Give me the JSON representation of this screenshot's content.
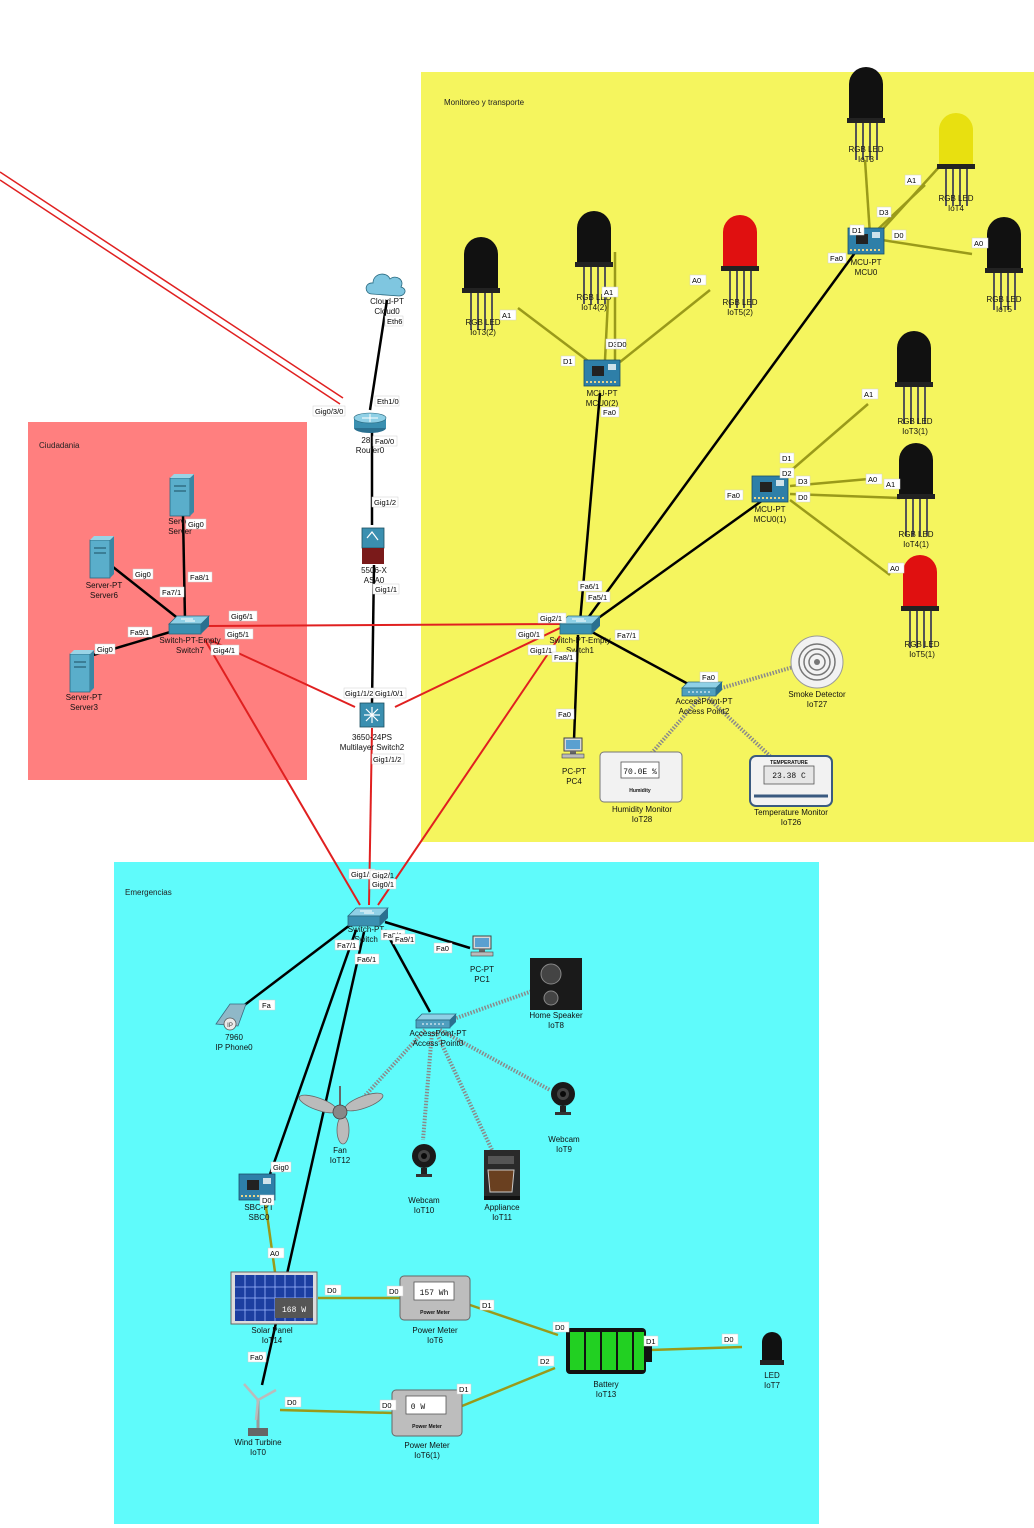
{
  "colors": {
    "zone_monitoreo": "#f5f55e",
    "zone_ciudadania": "#ff7f7f",
    "zone_emergencias": "#5ffbfb",
    "link_copper": "#000000",
    "link_red": "#e02020",
    "link_iot": "#9a9a1a",
    "wireless": "#8a8a8a"
  },
  "zones": {
    "monitoreo": "Monitoreo y transporte",
    "ciudadania": "Ciudadania",
    "emergencias": "Emergencias"
  },
  "devices": {
    "cloud0": {
      "type": "Cloud-PT",
      "name": "Cloud0",
      "icon": "cloud-icon"
    },
    "router0": {
      "type": "2811",
      "name": "Router0",
      "icon": "router-icon"
    },
    "asa0": {
      "type": "5506-X",
      "name": "ASA0",
      "icon": "firewall-icon"
    },
    "mls2": {
      "type": "3650-24PS",
      "name": "Multilayer Switch2",
      "icon": "multilayer-switch-icon"
    },
    "switch1": {
      "type": "Switch-PT-Empty",
      "name": "Switch1",
      "icon": "switch-icon"
    },
    "switch7": {
      "type": "Switch-PT-Empty",
      "name": "Switch7",
      "icon": "switch-icon"
    },
    "switch_em": {
      "type": "Switch-PT",
      "name": "Switch",
      "icon": "switch-icon"
    },
    "server_top": {
      "type": "Server",
      "name": "Server",
      "icon": "server-icon"
    },
    "server6": {
      "type": "Server-PT",
      "name": "Server6",
      "icon": "server-icon"
    },
    "server3": {
      "type": "Server-PT",
      "name": "Server3",
      "icon": "server-icon"
    },
    "mcu0": {
      "type": "MCU-PT",
      "name": "MCU0",
      "icon": "mcu-board-icon"
    },
    "mcu02": {
      "type": "MCU-PT",
      "name": "MCU0(2)",
      "icon": "mcu-board-icon"
    },
    "mcu01": {
      "type": "MCU-PT",
      "name": "MCU0(1)",
      "icon": "mcu-board-icon"
    },
    "led_iot3": {
      "type": "RGB LED",
      "name": "IoT3",
      "icon": "led-icon"
    },
    "led_iot4": {
      "type": "RGB LED",
      "name": "IoT4",
      "icon": "led-icon"
    },
    "led_iot5": {
      "type": "RGB LED",
      "name": "IoT5",
      "icon": "led-icon"
    },
    "led_iot3_2": {
      "type": "RGB LED",
      "name": "IoT3(2)",
      "icon": "led-icon"
    },
    "led_iot4_2": {
      "type": "RGB LED",
      "name": "IoT4(2)",
      "icon": "led-icon"
    },
    "led_iot5_2": {
      "type": "RGB LED",
      "name": "IoT5(2)",
      "icon": "led-icon"
    },
    "led_iot3_1": {
      "type": "RGB LED",
      "name": "IoT3(1)",
      "icon": "led-icon"
    },
    "led_iot4_1": {
      "type": "RGB LED",
      "name": "IoT4(1)",
      "icon": "led-icon"
    },
    "led_iot5_1": {
      "type": "RGB LED",
      "name": "IoT5(1)",
      "icon": "led-icon"
    },
    "ap_mon": {
      "type": "AccessPoint-PT",
      "name": "Access Point2",
      "icon": "access-point-icon"
    },
    "smoke": {
      "type": "Smoke Detector",
      "name": "IoT27",
      "icon": "smoke-detector-icon"
    },
    "humidity": {
      "type": "Humidity Monitor",
      "name": "IoT28",
      "icon": "humidity-monitor-icon",
      "reading": "70.0E %",
      "caption": "Humidity"
    },
    "temperature": {
      "type": "Temperature Monitor",
      "name": "IoT26",
      "icon": "temperature-monitor-icon",
      "reading": "23.38 C",
      "caption": "TEMPERATURE"
    },
    "pc4": {
      "type": "PC-PT",
      "name": "PC4",
      "icon": "pc-icon"
    },
    "pc1": {
      "type": "PC-PT",
      "name": "PC1",
      "icon": "pc-icon"
    },
    "phone0": {
      "type": "7960",
      "name": "IP Phone0",
      "icon": "ip-phone-icon"
    },
    "ap_em": {
      "type": "AccessPoint-PT",
      "name": "Access Point0",
      "icon": "access-point-icon"
    },
    "speaker": {
      "type": "Home Speaker",
      "name": "IoT8",
      "icon": "speaker-icon"
    },
    "webcam9": {
      "type": "Webcam",
      "name": "IoT9",
      "icon": "webcam-icon"
    },
    "webcam10": {
      "type": "Webcam",
      "name": "IoT10",
      "icon": "webcam-icon"
    },
    "appliance": {
      "type": "Appliance",
      "name": "IoT11",
      "icon": "coffee-maker-icon"
    },
    "fan": {
      "type": "Fan",
      "name": "IoT12",
      "icon": "ceiling-fan-icon"
    },
    "sbc0": {
      "type": "SBC-PT",
      "name": "SBC0",
      "icon": "sbc-board-icon"
    },
    "solar": {
      "type": "Solar Panel",
      "name": "IoT14",
      "icon": "solar-panel-icon",
      "reading": "168 W"
    },
    "pm_iot6": {
      "type": "Power Meter",
      "name": "IoT6",
      "icon": "power-meter-icon",
      "reading": "157 Wh",
      "caption": "Power Meter"
    },
    "pm_iot6_1": {
      "type": "Power Meter",
      "name": "IoT6(1)",
      "icon": "power-meter-icon",
      "reading": "0 W",
      "caption": "Power Meter"
    },
    "battery": {
      "type": "Battery",
      "name": "IoT13",
      "icon": "battery-icon"
    },
    "led7": {
      "type": "LED",
      "name": "IoT7",
      "icon": "led-icon"
    },
    "wind": {
      "type": "Wind Turbine",
      "name": "IoT0",
      "icon": "wind-turbine-icon"
    }
  },
  "ports": {
    "p1": "Gig0/3/0",
    "p2": "Eth1/0",
    "p3": "Eth6",
    "p4": "Fa0/0",
    "p5": "Gig1/2",
    "p6": "Gig1/1",
    "p7": "Gig1/1/2",
    "p8": "Gig1/0/1",
    "p9": "Gig1/1/2",
    "p10": "Gig0",
    "p11": "Gig0",
    "p12": "Fa8/1",
    "p13": "Fa7/1",
    "p14": "Gig0",
    "p15": "Fa9/1",
    "p16": "Gig6/1",
    "p17": "Gig5/1",
    "p18": "Gig4/1",
    "p19": "Gig2/1",
    "p20": "Gig0/1",
    "p21": "Gig1/1",
    "p22": "Fa8/1",
    "p23": "Fa7/1",
    "p24": "Fa6/1",
    "p25": "Fa5/1",
    "p26": "Fa0",
    "p27": "Fa0",
    "p28": "D1",
    "p29": "D3",
    "p30": "D0",
    "p31": "A1",
    "p32": "A1",
    "p33": "A0",
    "p34": "Fa0",
    "p35": "D1",
    "p36": "D3",
    "p37": "D0",
    "p38": "A1",
    "p39": "A0",
    "p40": "Fa0",
    "p41": "D1",
    "p42": "D3",
    "p43": "D2",
    "p44": "D0",
    "p45": "A1",
    "p46": "A0",
    "p47": "A1",
    "p48": "A0",
    "p49": "Fa0",
    "p50": "Gig1/1",
    "p51": "Gig2/1",
    "p52": "Gig0/1",
    "p53": "Fa7/1",
    "p54": "Fa6/1",
    "p55": "Fa8/1",
    "p56": "Fa9/1",
    "p57": "Fa",
    "p58": "Fa0",
    "p59": "Gig0",
    "p60": "D0",
    "p61": "A0",
    "p62": "D0",
    "p63": "D0",
    "p64": "D1",
    "p65": "D0",
    "p66": "D1",
    "p67": "D0",
    "p68": "Fa0",
    "p69": "D0",
    "p70": "D0",
    "p71": "D1",
    "p72": "D2"
  }
}
